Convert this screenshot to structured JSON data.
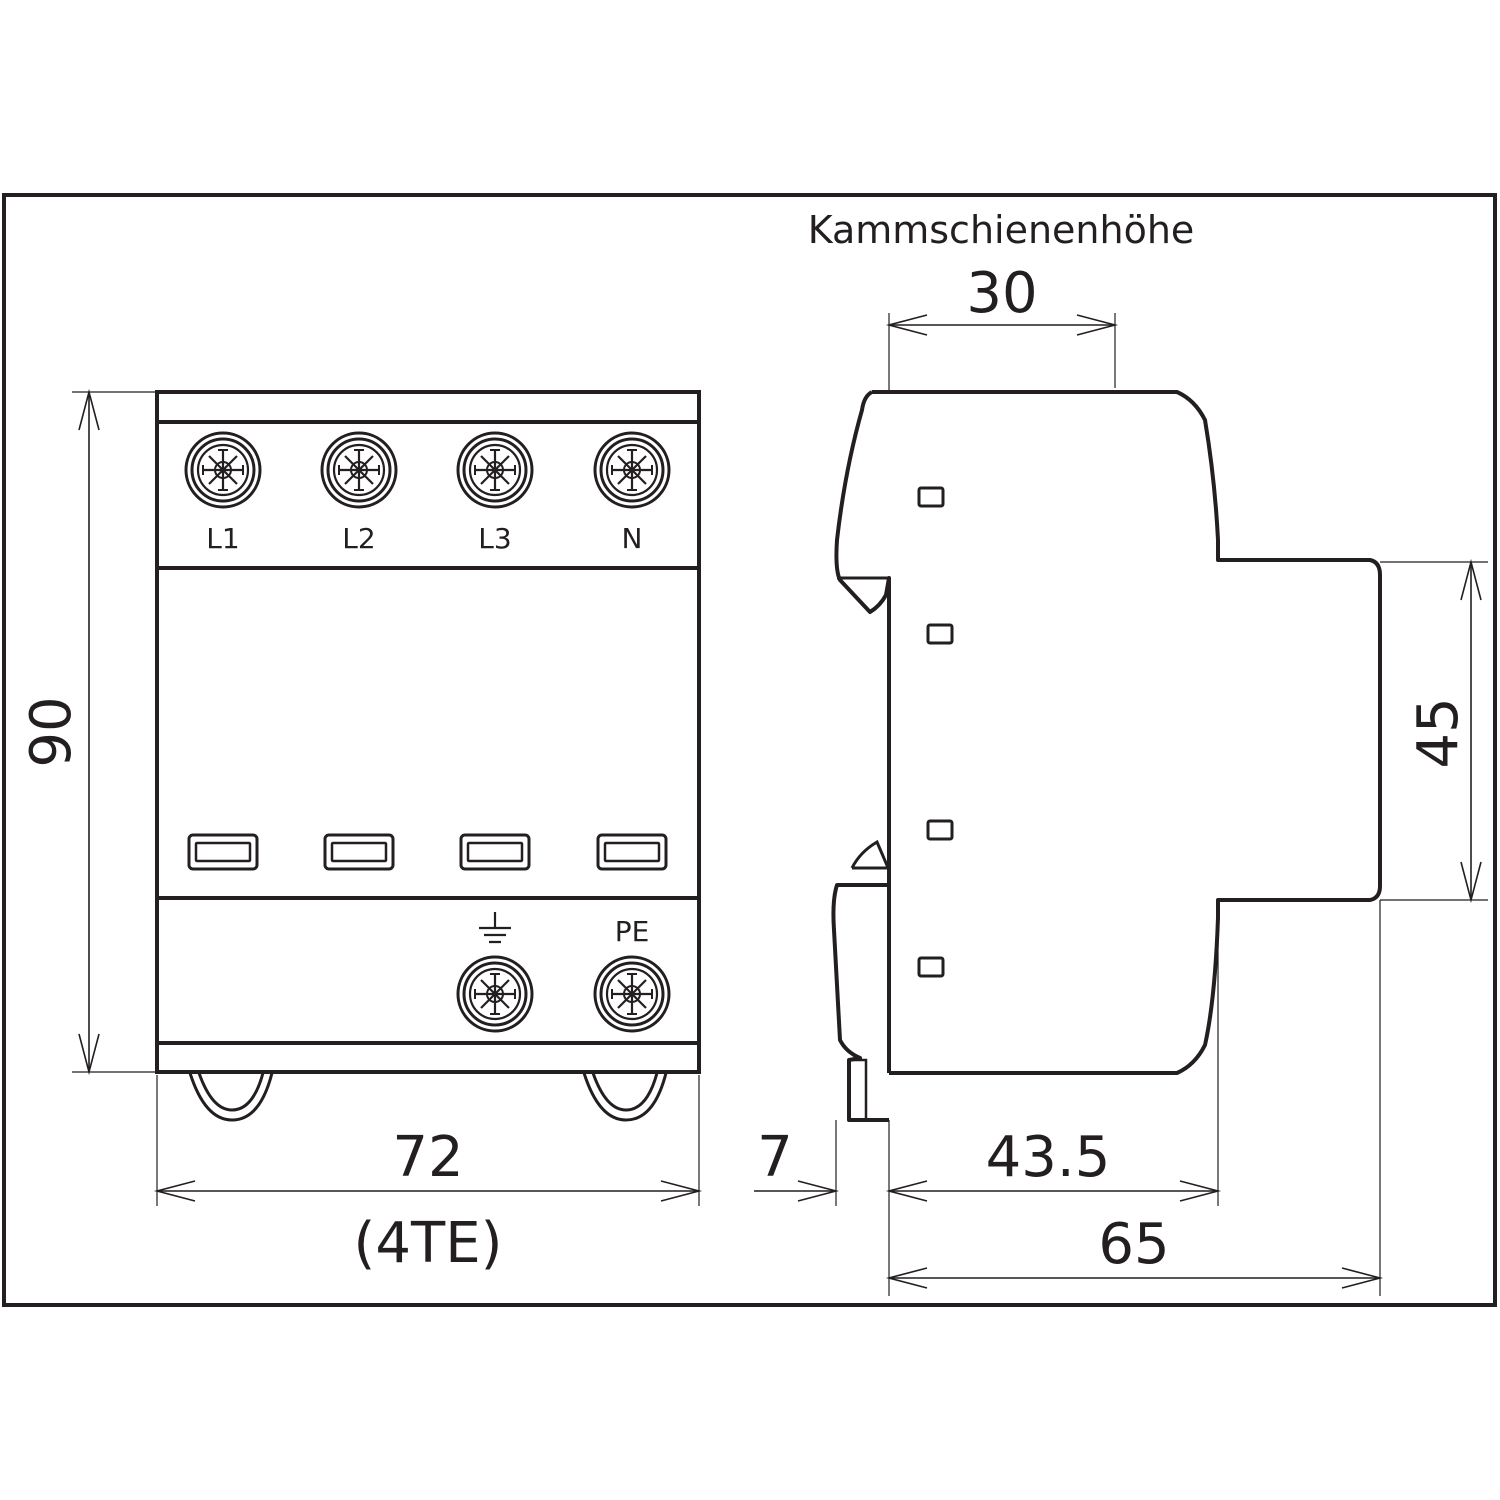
{
  "drawing": {
    "caption": "Kammschienenhöhe",
    "dims": {
      "height": "90",
      "width": "72",
      "width_units": "(4TE)",
      "comb_height": "30",
      "rail_step": "45",
      "clip_depth": "7",
      "depth_to_step": "43.5",
      "total_depth": "65"
    },
    "terminals_top": [
      "L1",
      "L2",
      "L3",
      "N"
    ],
    "terminals_bottom": [
      "⏚",
      "PE"
    ]
  },
  "icons": [
    "screw-terminal-icon",
    "indicator-window-icon",
    "ground-symbol-icon",
    "din-rail-clip-icon"
  ],
  "colors": {
    "line": "#231f20",
    "background": "#ffffff"
  }
}
